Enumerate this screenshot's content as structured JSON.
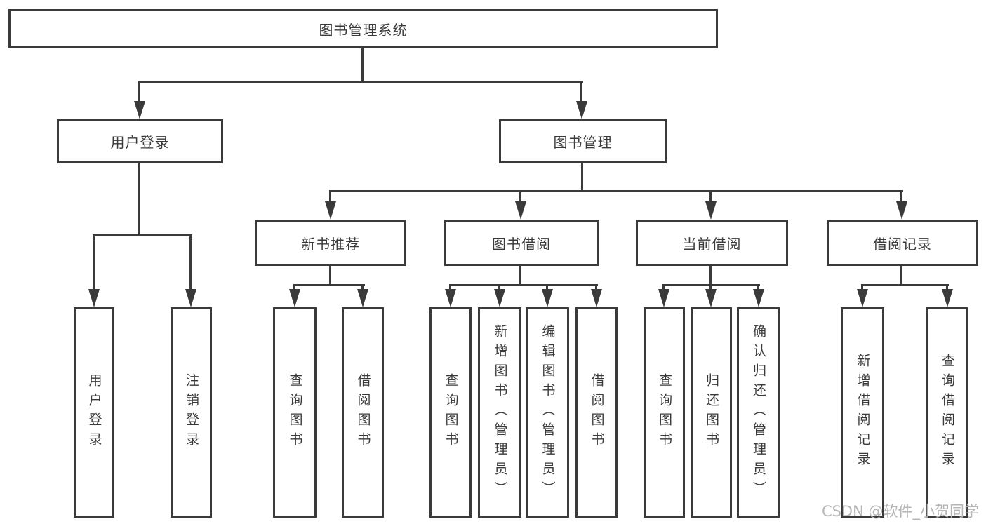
{
  "colors": {
    "background": "#ffffff",
    "line": "#3a3a3a",
    "box_border": "#3a3a3a",
    "text": "#3a3a3a",
    "watermark": "#b5b5b5"
  },
  "diagram": {
    "root": "图书管理系统",
    "level1": {
      "user_login": "用户登录",
      "book_mgmt": "图书管理"
    },
    "level2": {
      "new_book_rec": "新书推荐",
      "book_borrow": "图书借阅",
      "current_borrow": "当前借阅",
      "borrow_records": "借阅记录"
    },
    "leaves": {
      "user_login_login": "用户登录",
      "user_login_logout": "注销登录",
      "new_book_rec_query": "查询图书",
      "new_book_rec_borrow": "借阅图书",
      "book_borrow_query": "查询图书",
      "book_borrow_add": "新增图书（管理员）",
      "book_borrow_edit": "编辑图书（管理员）",
      "book_borrow_borrow": "借阅图书",
      "current_borrow_query": "查询图书",
      "current_borrow_return": "归还图书",
      "current_borrow_confirm": "确认归还（管理员）",
      "borrow_records_add": "新增借阅记录",
      "borrow_records_query": "查询借阅记录"
    }
  },
  "watermark": "CSDN @软件_小贺同学"
}
